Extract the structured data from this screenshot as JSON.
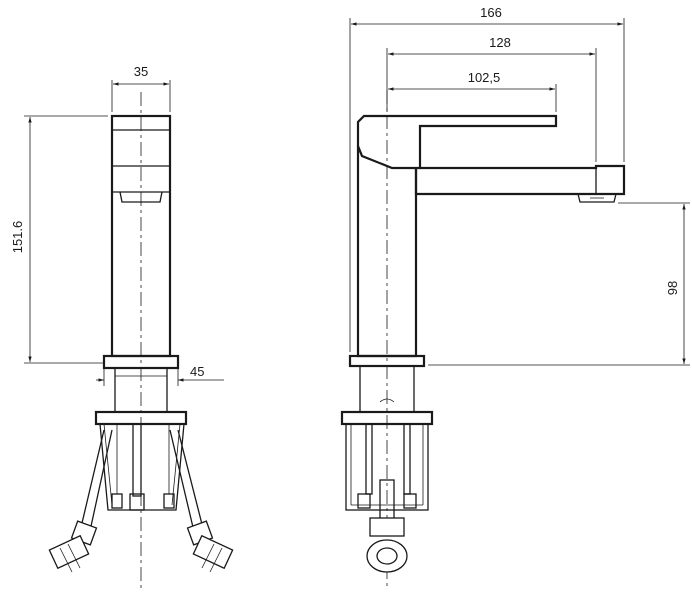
{
  "drawing": {
    "dimensions": {
      "front_width": "35",
      "front_height": "151.6",
      "base_diameter": "45",
      "overall_length": "166",
      "spout_length": "128",
      "lever_length": "102,5",
      "spout_height": "98"
    }
  }
}
